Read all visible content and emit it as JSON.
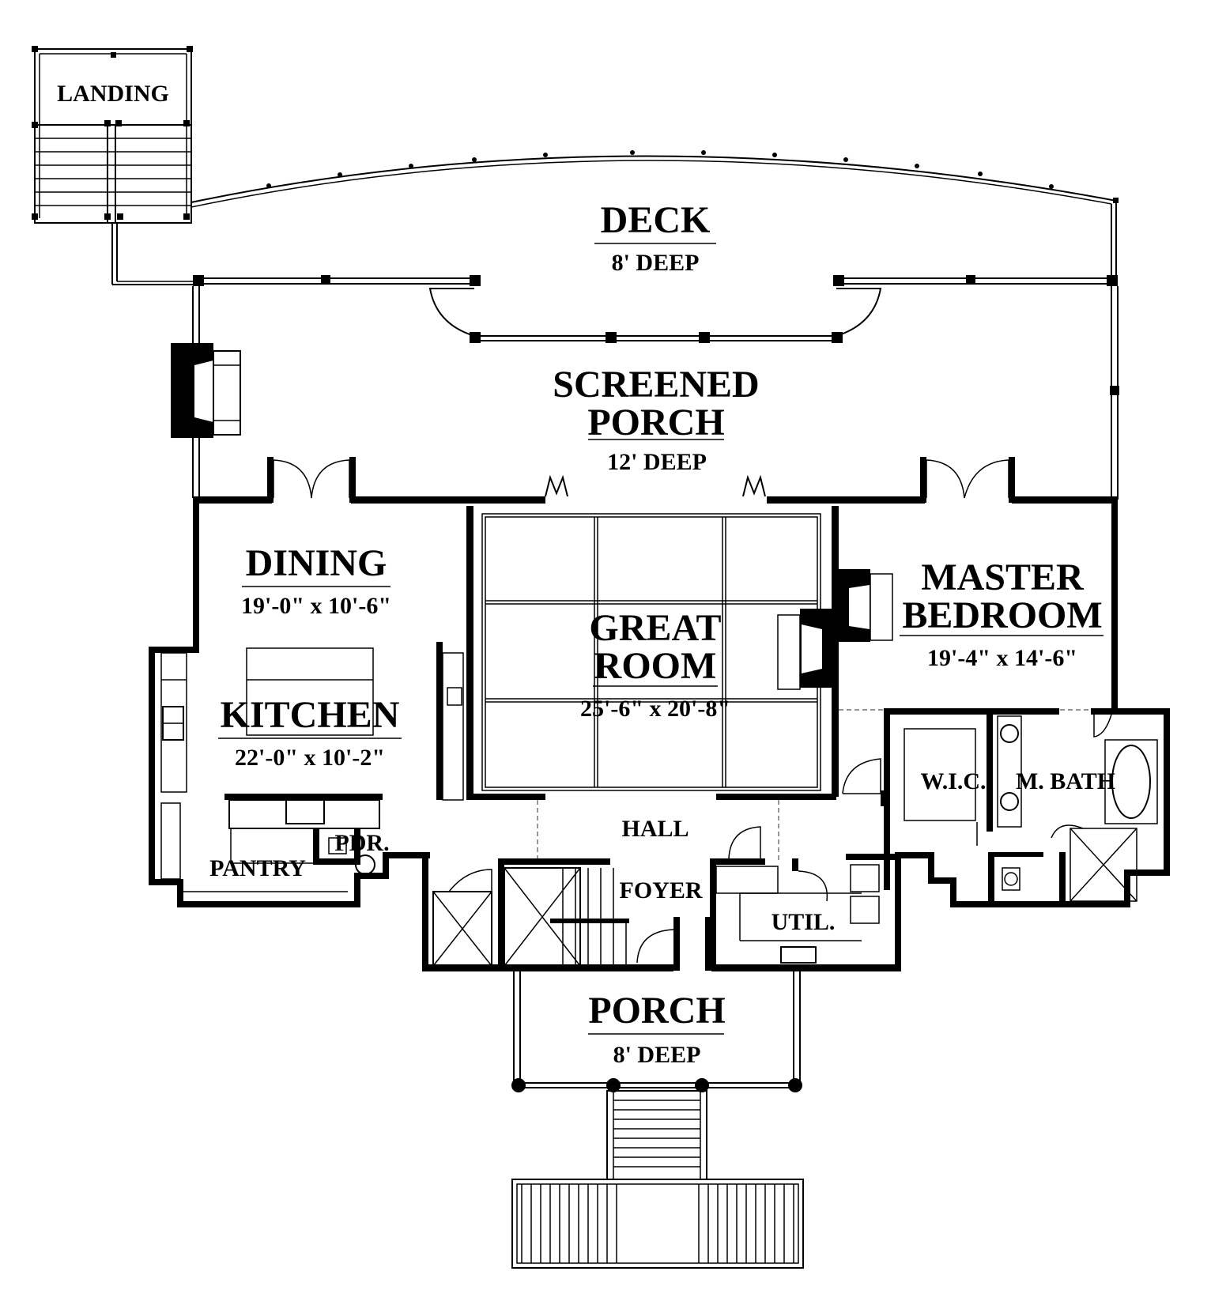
{
  "rooms": {
    "landing": {
      "name": "LANDING"
    },
    "deck": {
      "name": "DECK",
      "dim": "8' DEEP"
    },
    "screened_porch": {
      "name_line1": "SCREENED",
      "name_line2": "PORCH",
      "dim": "12' DEEP"
    },
    "dining": {
      "name": "DINING",
      "dim": "19'-0\" x 10'-6\""
    },
    "great_room": {
      "name_line1": "GREAT",
      "name_line2": "ROOM",
      "dim": "25'-6\" x 20'-8\""
    },
    "master_bedroom": {
      "name_line1": "MASTER",
      "name_line2": "BEDROOM",
      "dim": "19'-4\" x 14'-6\""
    },
    "kitchen": {
      "name": "KITCHEN",
      "dim": "22'-0\" x 10'-2\""
    },
    "wic": {
      "name": "W.I.C."
    },
    "m_bath": {
      "name": "M. BATH"
    },
    "hall": {
      "name": "HALL"
    },
    "pdr": {
      "name": "PDR."
    },
    "pantry": {
      "name": "PANTRY"
    },
    "foyer": {
      "name": "FOYER"
    },
    "util": {
      "name": "UTIL."
    },
    "porch": {
      "name": "PORCH",
      "dim": "8' DEEP"
    }
  }
}
